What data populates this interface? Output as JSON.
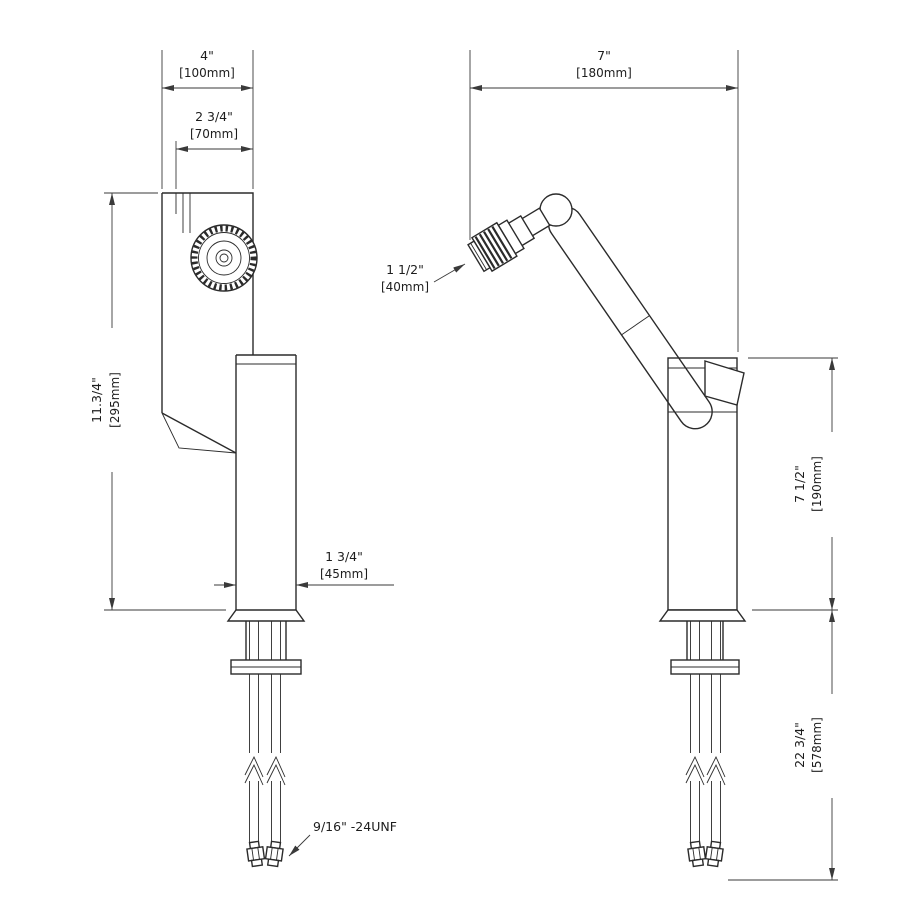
{
  "drawing": {
    "type": "faucet-dimensional-technical-drawing",
    "views": [
      "front",
      "side"
    ],
    "colors": {
      "line": "#2b2b2b",
      "background": "#ffffff"
    },
    "labels": {
      "front_width": {
        "inch": "4\"",
        "mm": "[100mm]"
      },
      "front_spout": {
        "inch": "2 3/4\"",
        "mm": "[70mm]"
      },
      "front_height": {
        "inch": "11.3/4\"",
        "mm": "[295mm]"
      },
      "front_body_dia": {
        "inch": "1 3/4\"",
        "mm": "[45mm]"
      },
      "side_width": {
        "inch": "7\"",
        "mm": "[180mm]"
      },
      "side_aerator": {
        "inch": "1 1/2\"",
        "mm": "[40mm]"
      },
      "side_height_upper": {
        "inch": "7 1/2\"",
        "mm": "[190mm]"
      },
      "side_height_lower": {
        "inch": "22 3/4\"",
        "mm": "[578mm]"
      },
      "thread": "9/16\" -24UNF"
    }
  }
}
